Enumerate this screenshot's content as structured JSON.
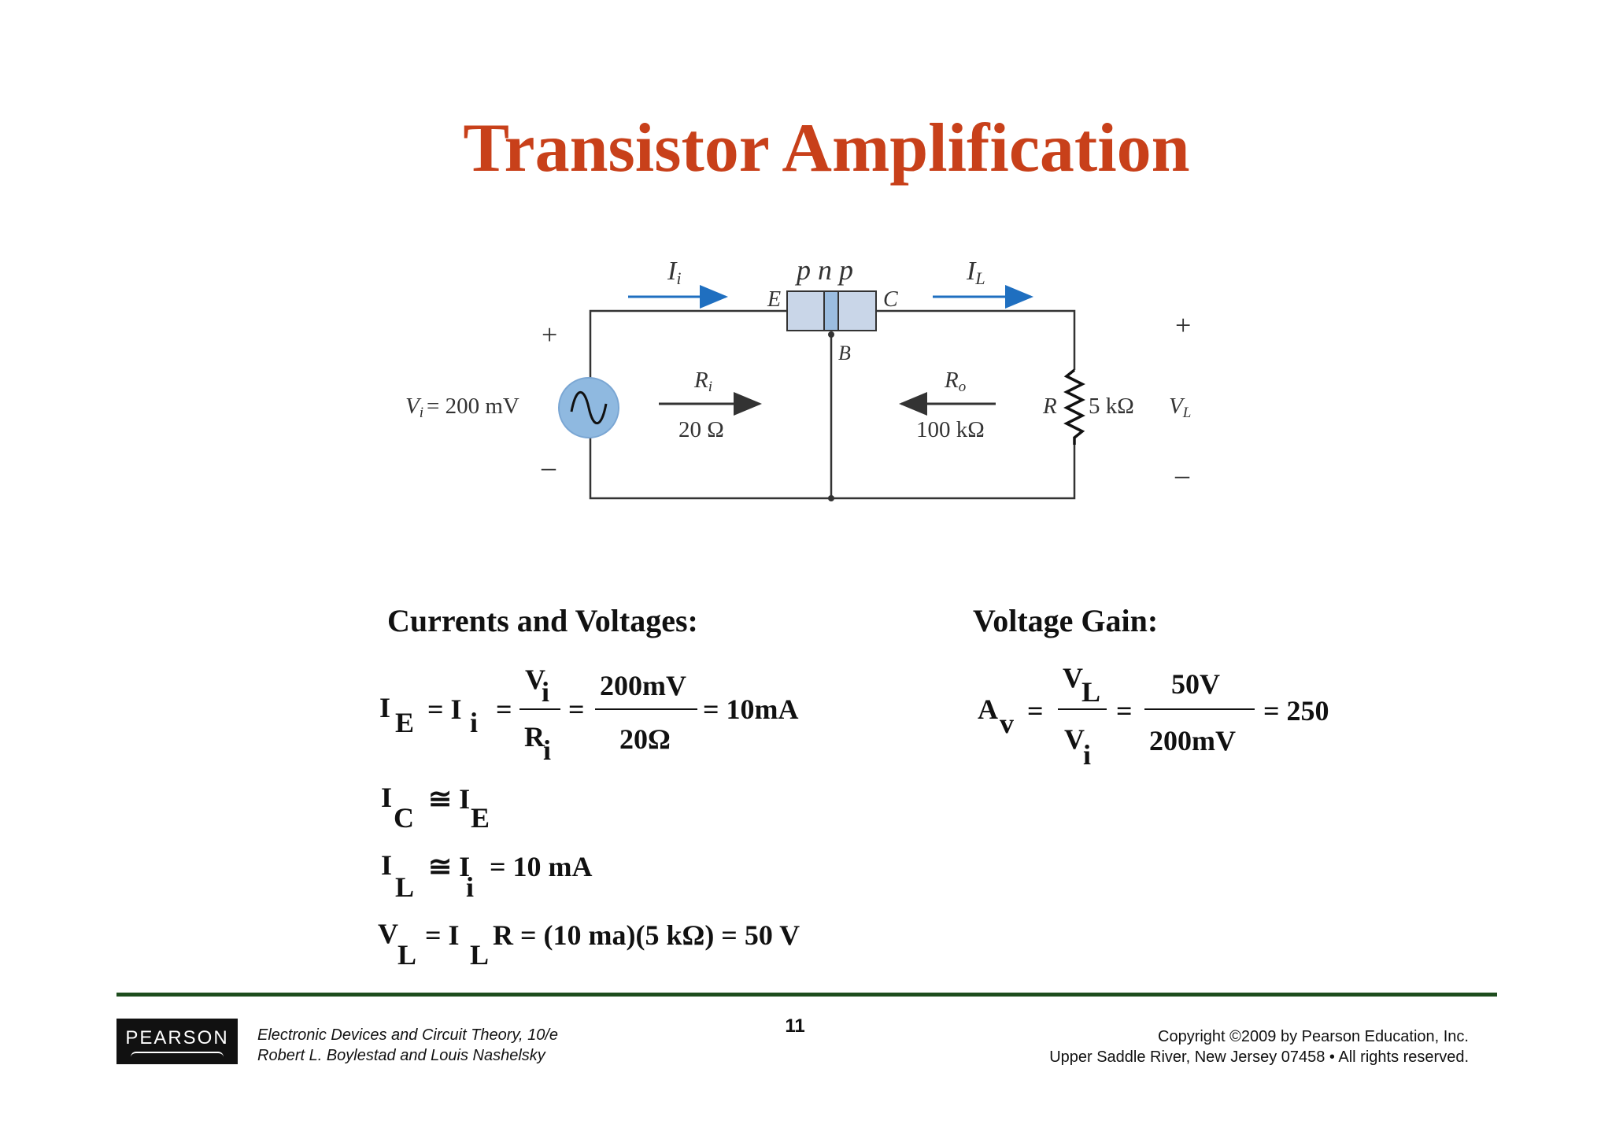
{
  "slide": {
    "title": "Transistor Amplification",
    "page_number": "11"
  },
  "circuit": {
    "transistor_type": "p n p",
    "emitter": "E",
    "collector": "C",
    "base": "B",
    "input_current": "I",
    "input_current_sub": "i",
    "load_current": "I",
    "load_current_sub": "L",
    "source": "V",
    "source_sub": "i",
    "source_value": "= 200  mV",
    "input_resistance": "R",
    "input_resistance_sub": "i",
    "input_resistance_value": "20 Ω",
    "output_resistance": "R",
    "output_resistance_sub": "o",
    "output_resistance_value": "100 kΩ",
    "load_resistor": "R",
    "load_resistor_value": "5 kΩ",
    "load_voltage": "V",
    "load_voltage_sub": "L",
    "plus": "+",
    "minus": "–",
    "colors": {
      "arrow": "#1f6fc0",
      "transistor_fill": "#c9d6e8",
      "source_fill": "#8fb9e0",
      "wire": "#333333"
    }
  },
  "sections": {
    "currents_heading": "Currents and Voltages:",
    "gain_heading": "Voltage Gain:"
  },
  "equations": {
    "ie": {
      "lhs": "I",
      "lhs_sub": "E",
      "mid": "= I",
      "mid_sub": "i",
      "eq": "=",
      "num": "V",
      "num_sub": "i",
      "den": "R",
      "den_sub": "i",
      "eq2": "=",
      "num2": "200mV",
      "den2": "20Ω",
      "result": "= 10mA"
    },
    "ic": {
      "lhs": "I",
      "lhs_sub": "C",
      "rel": "≅ I",
      "rhs_sub": "E"
    },
    "il": {
      "lhs": "I",
      "lhs_sub": "L",
      "rel": "≅ I",
      "mid_sub": "i",
      "result": "= 10 mA"
    },
    "vl": {
      "lhs": "V",
      "lhs_sub": "L",
      "rel": "= I",
      "mid_sub": "L",
      "rest": "R = (10 ma)(5 kΩ) = 50 V"
    },
    "av": {
      "lhs": "A",
      "lhs_sub": "v",
      "eq": "=",
      "num": "V",
      "num_sub": "L",
      "den": "V",
      "den_sub": "i",
      "eq2": "=",
      "num2": "50V",
      "den2": "200mV",
      "result": "= 250"
    }
  },
  "footer": {
    "logo": "PEARSON",
    "book_title": "Electronic Devices and Circuit Theory, 10/e",
    "authors": "Robert L. Boylestad and Louis Nashelsky",
    "copyright": "Copyright ©2009 by Pearson Education, Inc.",
    "rights": "Upper Saddle River, New Jersey 07458 • All rights reserved."
  }
}
